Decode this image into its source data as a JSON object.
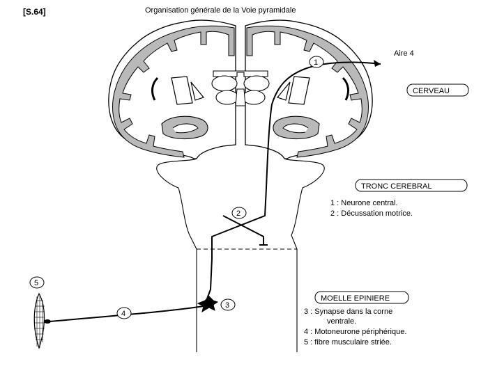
{
  "ref": "[S.64]",
  "title": "Organisation générale de la Voie  pyramidale",
  "area_label": "Aire 4",
  "regions": {
    "cerveau": "CERVEAU",
    "tronc": "TRONC CEREBRAL",
    "moelle": "MOELLE EPINIERE"
  },
  "markers": {
    "m1": "1",
    "m2": "2",
    "m3": "3",
    "m4": "4",
    "m5": "5"
  },
  "legend_top": {
    "line1": "1 : Neurone central.",
    "line2": "2 : Décussation motrice."
  },
  "legend_bottom": {
    "line3a": "3 : Synapse dans la corne",
    "line3b": "ventrale.",
    "line4": "4 : Motoneurone périphérique.",
    "line5": "5 : fibre musculaire striée."
  },
  "colors": {
    "cortex": "#b9b9b9",
    "ink": "#000000",
    "background": "#ffffff"
  }
}
